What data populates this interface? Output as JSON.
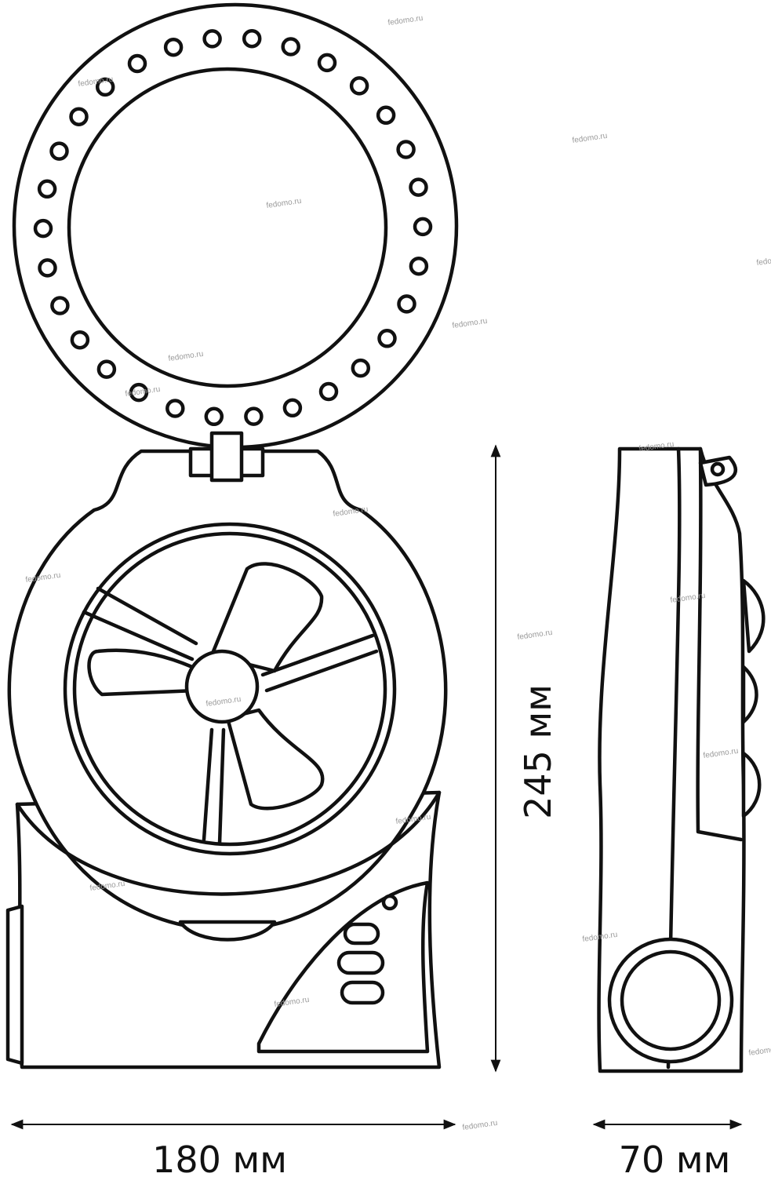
{
  "dimensions": {
    "height_label": "245 мм",
    "width_label": "180 мм",
    "depth_label": "70 мм"
  },
  "watermark": "fedomo.ru",
  "colors": {
    "line": "#111111",
    "background": "#ffffff",
    "watermark": "#9a9a9a"
  }
}
